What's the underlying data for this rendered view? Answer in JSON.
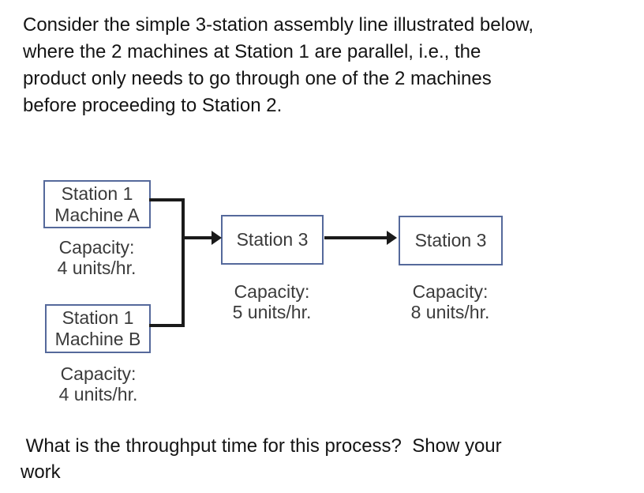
{
  "page": {
    "intro_text": "Consider the simple 3-station assembly line illustrated below,\nwhere the 2 machines at Station 1 are parallel, i.e., the\nproduct only needs to go through one of the 2 machines\nbefore proceeding to Station 2.",
    "question_text": " What is the throughput time for this process?  Show your\nwork"
  },
  "diagram": {
    "station1_machine_a": {
      "name_line1": "Station 1",
      "name_line2": "Machine A",
      "capacity_label": "Capacity:",
      "capacity_value": "4 units/hr."
    },
    "station1_machine_b": {
      "name_line1": "Station 1",
      "name_line2": "Machine B",
      "capacity_label": "Capacity:",
      "capacity_value": "4 units/hr."
    },
    "station_middle": {
      "name": "Station 3",
      "capacity_label": "Capacity:",
      "capacity_value": "5 units/hr."
    },
    "station_right": {
      "name": "Station 3",
      "capacity_label": "Capacity:",
      "capacity_value": "8 units/hr."
    },
    "colors": {
      "box_border": "#55699b",
      "connector": "#1a1a1a",
      "diagram_text": "#3b3b3b"
    }
  }
}
